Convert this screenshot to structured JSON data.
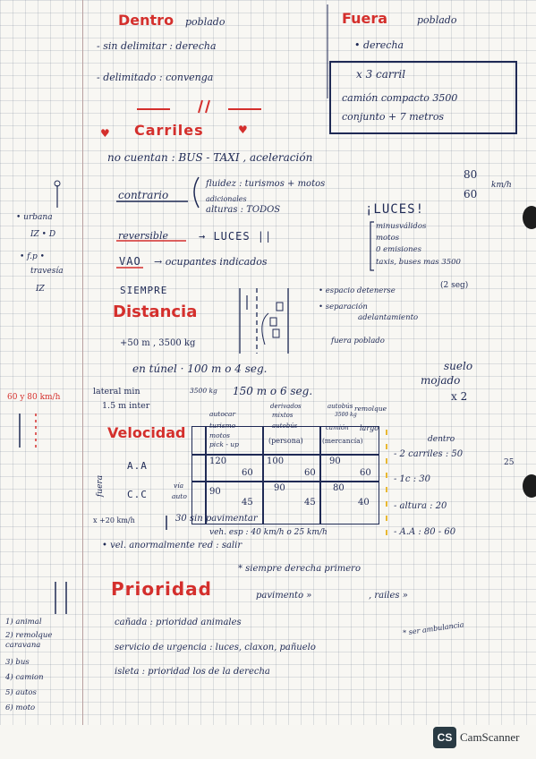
{
  "dentro": {
    "title": "Dentro",
    "subtitle": "poblado",
    "l1": "- sin delimitar : derecha",
    "l2": "- delimitado : convenga"
  },
  "fuera": {
    "title": "Fuera",
    "subtitle": "poblado",
    "l1": "• derecha",
    "box1": "x 3 carril",
    "box2": "camión compacto 3500",
    "box3": "conjunto + 7 metros"
  },
  "carriles": {
    "title": "Carriles",
    "no_cuentan": "no cuentan : BUS - TAXI , aceleración",
    "contrario": "contrario",
    "fluidez": "fluidez : turismos + motos",
    "adicional": "adicionales",
    "altura": "alturas : TODOS",
    "luces": "¡LUCES!",
    "speed": "80",
    "speed2": "60",
    "kmh": "km/h",
    "reversible": "reversible",
    "luces2": "→ LUCES ||",
    "vao": "VAO",
    "ocupantes": "→ ocupantes indicados",
    "r1": "minusválidos",
    "r2": "motos",
    "r3": "0 emisiones",
    "r4": "taxis, buses mas 3500"
  },
  "left": {
    "urbana": "• urbana",
    "iz_d": "IZ • D",
    "fp": "• f.p •",
    "travesia": "travesía",
    "iz": "IZ",
    "speed_note": "60 y 80 km/h",
    "list": [
      "1) animal",
      "2) remolque caravana",
      "3) bus",
      "4) camion",
      "5) autos",
      "6) moto"
    ]
  },
  "distancia": {
    "siempre": "SIEMPRE",
    "title": "Distancia",
    "espacio": "• espacio detenerse",
    "seg": "(2 seg)",
    "separacion": "• separación",
    "adelantamiento": "adelantamiento",
    "l1": "+50 m , 3500 kg",
    "fuera_pob": "fuera poblado",
    "l2": "en túnel · 100 m o 4 seg.",
    "suelo": "suelo",
    "mojado": "mojado",
    "x2": "x 2",
    "lateral": "lateral min",
    "kg": "3500 kg",
    "l3": "150 m o 6 seg.",
    "inter": "1.5 m inter",
    "remolque": "remolque",
    "largo": "largo"
  },
  "velocidad": {
    "title": "Velocidad",
    "col1": [
      "autocar",
      "turismo",
      "motos",
      "pick - up"
    ],
    "col2": [
      "derivados",
      "mixtos",
      "autobús",
      "(persona)"
    ],
    "col3": [
      "autobús",
      "camión",
      "(mercancía)",
      "3500 kg"
    ],
    "fuera": "fuera",
    "row1": "A.A",
    "row2": "C.C",
    "via": "vía",
    "auto": "auto",
    "vals_r1": [
      "120",
      "60",
      "100",
      "60",
      "90",
      "60"
    ],
    "vals_r2": [
      "90",
      "45",
      "90",
      "45",
      "80",
      "40"
    ],
    "x20": "x +20 km/h",
    "sin_pav": "30 sin pavimentar",
    "veh": "veh. esp : 40 km/h o 25 km/h",
    "anormal": "• vel. anormalmente red : salir",
    "dentro": "dentro",
    "d1": "- 2 carriles : 50",
    "d1b": "25",
    "d2": "- 1c : 30",
    "d3": "- altura : 20",
    "aa": "- A.A : 80 - 60"
  },
  "prioridad": {
    "star": "* siempre derecha primero",
    "title": "Prioridad",
    "pav": "pavimento »",
    "rail": ", railes »",
    "canada": "cañada : prioridad animales",
    "servicio": "servicio de urgencia : luces, claxon, pañuelo",
    "amb": "* ser ambulancia",
    "isleta": "isleta : prioridad los de la derecha"
  },
  "footer": {
    "logo": "CS",
    "brand": "CamScanner"
  }
}
